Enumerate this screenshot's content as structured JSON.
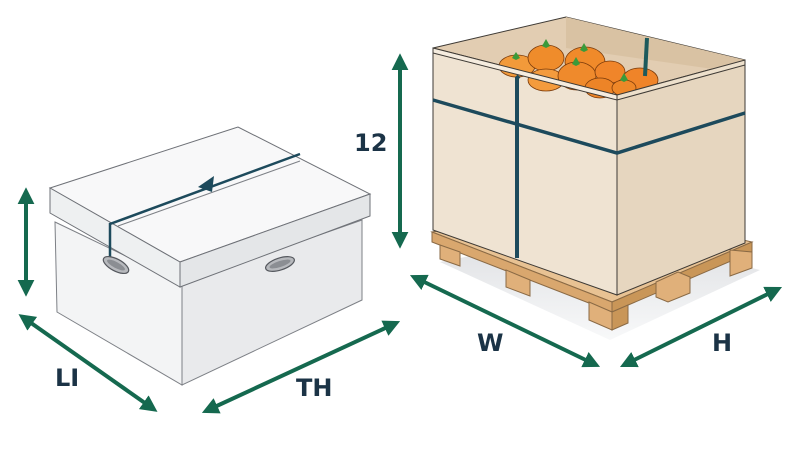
{
  "diagram": {
    "title": "Packaging dimension illustration",
    "colors": {
      "dimension_arrow": "#15694f",
      "label_text": "#1b3346",
      "strap": "#1d4a5c",
      "white_box": "#f4f5f6",
      "cardboard": "#ecdcc6",
      "pallet": "#dfae78",
      "tomato": "#f08a2a",
      "stem": "#3a9a3a"
    },
    "objects": [
      {
        "id": "white-storage-box",
        "description": "White lidded box with strap and handle cutouts"
      },
      {
        "id": "pallet-crate",
        "description": "Open cardboard crate of tomatoes on a wooden pallet, strapped"
      }
    ],
    "labels": {
      "white_box_length": "LI",
      "white_box_depth": "TH",
      "crate_height": "12",
      "crate_width": "W",
      "crate_depth": "H"
    }
  }
}
